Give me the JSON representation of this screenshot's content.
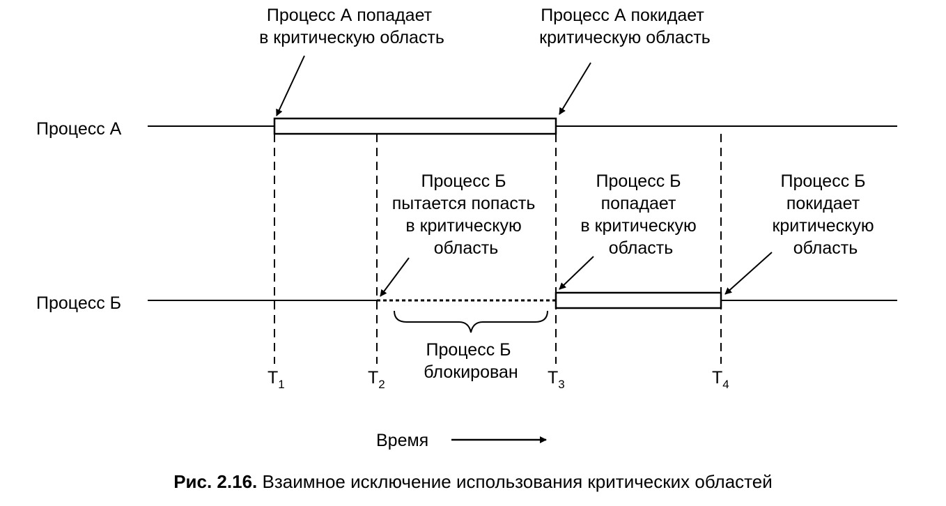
{
  "rows": {
    "a": {
      "label": "Процесс А"
    },
    "b": {
      "label": "Процесс Б"
    }
  },
  "annotations": {
    "a_enters": [
      "Процесс А попадает",
      "в критическую область"
    ],
    "a_leaves": [
      "Процесс А покидает",
      "критическую область"
    ],
    "b_tries": [
      "Процесс Б",
      "пытается  попасть",
      "в критическую",
      "область"
    ],
    "b_enters": [
      "Процесс Б",
      "попадает",
      "в критическую",
      "область"
    ],
    "b_leaves": [
      "Процесс Б",
      "покидает",
      "критическую",
      "область"
    ],
    "b_blocked": [
      "Процесс Б",
      "блокирован"
    ]
  },
  "times": [
    {
      "letter": "T",
      "sub": "1"
    },
    {
      "letter": "T",
      "sub": "2"
    },
    {
      "letter": "T",
      "sub": "3"
    },
    {
      "letter": "T",
      "sub": "4"
    }
  ],
  "time_axis_label": "Время",
  "caption": {
    "number": "Рис. 2.16.",
    "text": " Взаимное исключение использования критических областей"
  }
}
